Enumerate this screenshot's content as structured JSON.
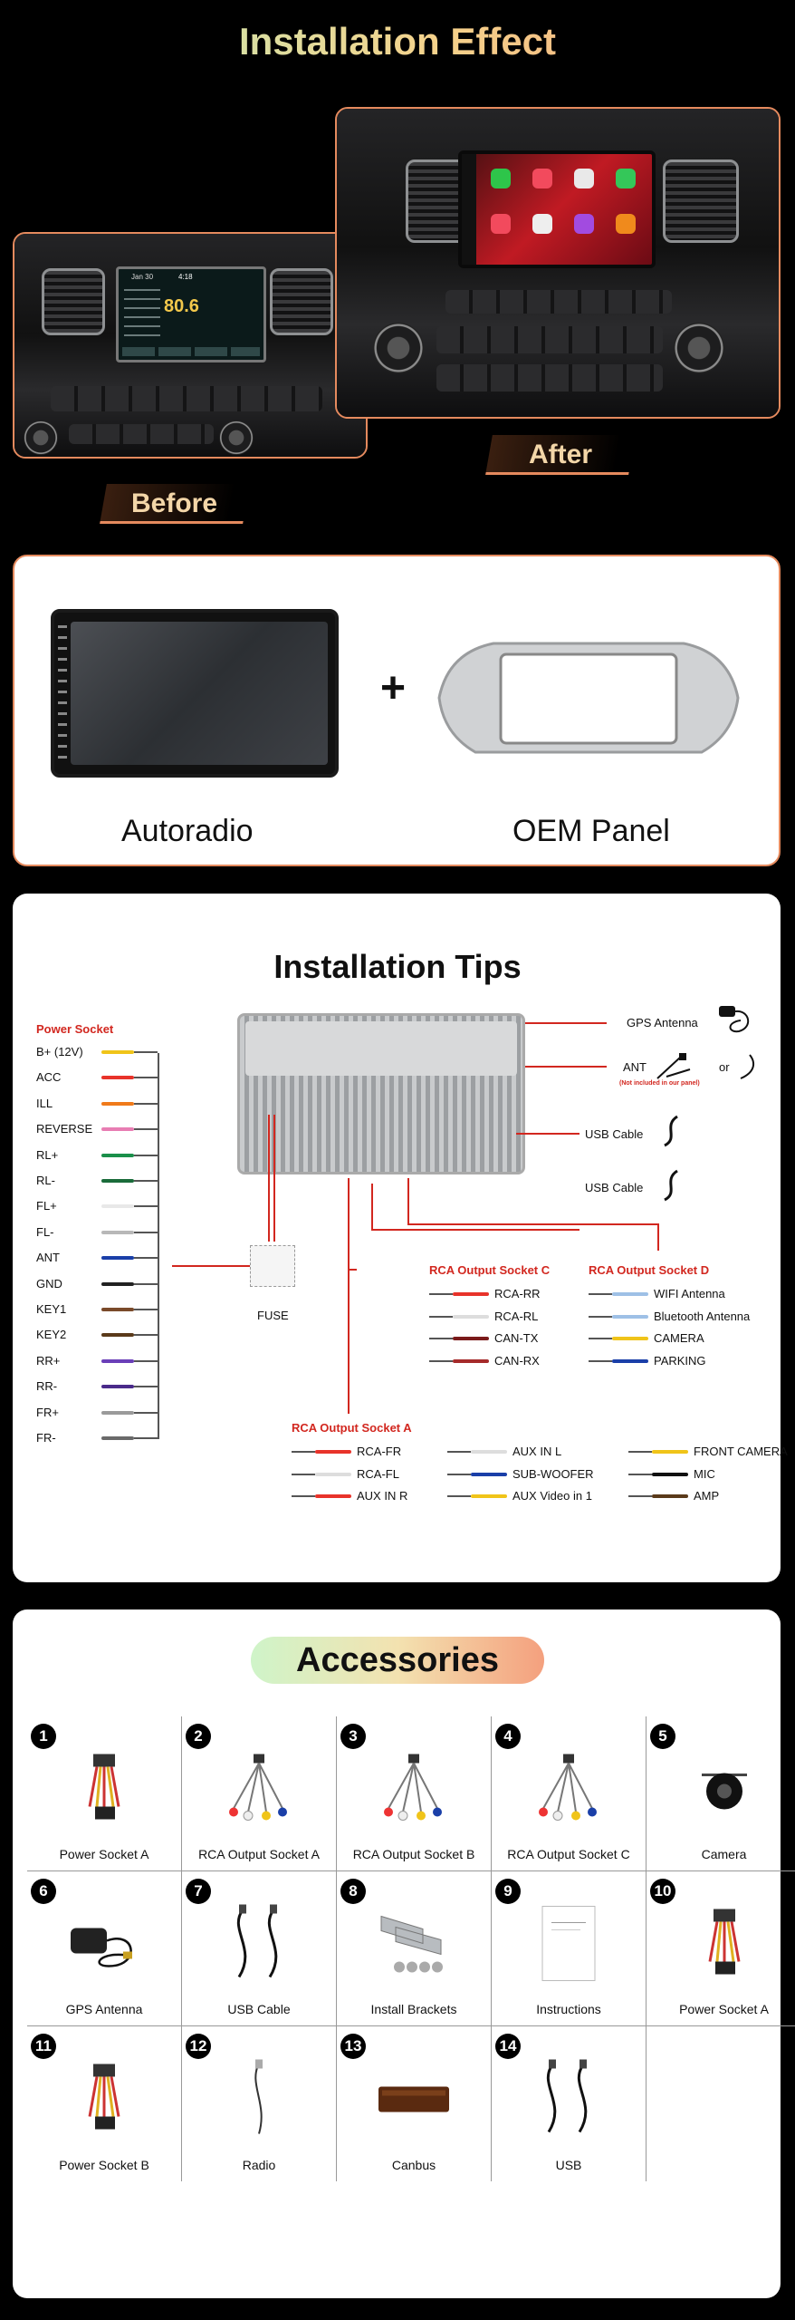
{
  "section1": {
    "title": "Installation Effect",
    "before_label": "Before",
    "after_label": "After",
    "before_screen": {
      "date": "Jan 30",
      "time": "4:18",
      "station": "80.6"
    }
  },
  "section2": {
    "left_label": "Autoradio",
    "plus": "+",
    "right_label": "OEM Panel"
  },
  "section3": {
    "title": "Installation Tips",
    "power_socket_title": "Power Socket",
    "power_pins": [
      {
        "label": "B+ (12V)",
        "color": "#f0c419"
      },
      {
        "label": "ACC",
        "color": "#e8332a"
      },
      {
        "label": "ILL",
        "color": "#f07a1a"
      },
      {
        "label": "REVERSE",
        "color": "#e87db3"
      },
      {
        "label": "RL+",
        "color": "#1a8f4a"
      },
      {
        "label": "RL-",
        "color": "#1a6b3a"
      },
      {
        "label": "FL+",
        "color": "#e8e8e8"
      },
      {
        "label": "FL-",
        "color": "#b8b8b8"
      },
      {
        "label": "ANT",
        "color": "#1a3fa8"
      },
      {
        "label": "GND",
        "color": "#222222"
      },
      {
        "label": "KEY1",
        "color": "#7a4a2a"
      },
      {
        "label": "KEY2",
        "color": "#5a3a1a"
      },
      {
        "label": "RR+",
        "color": "#6a3fb8"
      },
      {
        "label": "RR-",
        "color": "#4a2a8a"
      },
      {
        "label": "FR+",
        "color": "#9a9a9a"
      },
      {
        "label": "FR-",
        "color": "#6a6a6a"
      }
    ],
    "gps_label": "GPS Antenna",
    "ant_label": "ANT",
    "ant_note": "(Not included in our panel)",
    "or_label": "or",
    "usb1_label": "USB  Cable",
    "usb2_label": "USB Cable",
    "fuse_label": "FUSE",
    "rca_c": {
      "title": "RCA Output Socket C",
      "items": [
        {
          "label": "RCA-RR",
          "color": "#e8332a"
        },
        {
          "label": "RCA-RL",
          "color": "#dddddd"
        },
        {
          "label": "CAN-TX",
          "color": "#7a1a1a"
        },
        {
          "label": "CAN-RX",
          "color": "#a52a2a"
        }
      ]
    },
    "rca_d": {
      "title": "RCA Output Socket D",
      "items": [
        {
          "label": "WIFI Antenna",
          "color": "#9ec0e6"
        },
        {
          "label": "Bluetooth Antenna",
          "color": "#9ec0e6"
        },
        {
          "label": "CAMERA",
          "color": "#f0c419"
        },
        {
          "label": "PARKING",
          "color": "#1a3fa8"
        }
      ]
    },
    "rca_a": {
      "title": "RCA Output Socket A",
      "col1": [
        {
          "label": "RCA-FR",
          "color": "#e8332a"
        },
        {
          "label": "RCA-FL",
          "color": "#dddddd"
        },
        {
          "label": "AUX IN R",
          "color": "#e8332a"
        }
      ],
      "col2": [
        {
          "label": "AUX IN L",
          "color": "#dddddd"
        },
        {
          "label": "SUB-WOOFER",
          "color": "#1a3fa8"
        },
        {
          "label": "AUX Video in 1",
          "color": "#f0c419"
        }
      ],
      "col3": [
        {
          "label": "FRONT CAMERA",
          "color": "#f0c419"
        },
        {
          "label": "MIC",
          "color": "#111111"
        },
        {
          "label": "AMP",
          "color": "#5a3a1a"
        }
      ]
    }
  },
  "section4": {
    "title": "Accessories",
    "items": [
      {
        "num": "1",
        "label": "Power Socket A",
        "icon": "power-socket-icon"
      },
      {
        "num": "2",
        "label": "RCA Output Socket A",
        "icon": "rca-cable-icon"
      },
      {
        "num": "3",
        "label": "RCA Output Socket B",
        "icon": "rca-cable-icon"
      },
      {
        "num": "4",
        "label": "RCA Output Socket C",
        "icon": "rca-cable-icon"
      },
      {
        "num": "5",
        "label": "Camera",
        "icon": "camera-icon"
      },
      {
        "num": "6",
        "label": "GPS Antenna",
        "icon": "gps-antenna-icon"
      },
      {
        "num": "7",
        "label": "USB Cable",
        "icon": "usb-cable-icon"
      },
      {
        "num": "8",
        "label": "Install Brackets",
        "icon": "bracket-icon"
      },
      {
        "num": "9",
        "label": "Instructions",
        "icon": "manual-icon"
      },
      {
        "num": "10",
        "label": "Power Socket A",
        "icon": "power-socket-icon"
      },
      {
        "num": "11",
        "label": "Power Socket B",
        "icon": "power-socket-icon"
      },
      {
        "num": "12",
        "label": "Radio",
        "icon": "radio-cable-icon"
      },
      {
        "num": "13",
        "label": "Canbus",
        "icon": "canbus-box-icon"
      },
      {
        "num": "14",
        "label": "USB",
        "icon": "usb-cable-icon"
      }
    ]
  }
}
